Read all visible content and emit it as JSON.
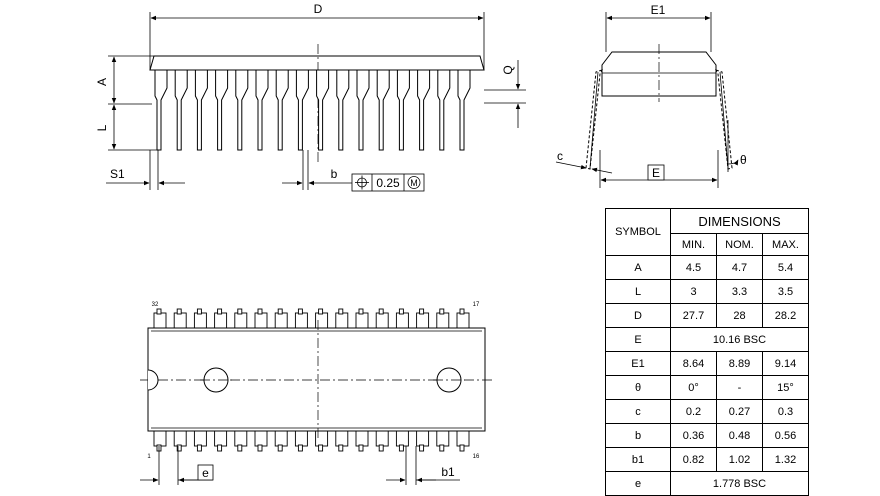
{
  "side_view": {
    "label_D": "D",
    "label_A": "A",
    "label_L": "L",
    "label_Q": "Q",
    "label_S1": "S1",
    "label_b": "b",
    "tolerance_value": "0.25",
    "tolerance_modifier": "M"
  },
  "end_view": {
    "label_E1": "E1",
    "label_E": "E",
    "label_c": "c",
    "label_theta": "θ"
  },
  "top_view": {
    "pin_first_top": "32",
    "pin_last_top": "17",
    "pin_first_bottom": "1",
    "pin_last_bottom": "16",
    "label_e": "e",
    "label_b1": "b1"
  },
  "table": {
    "symbol_header": "SYMBOL",
    "dimensions_header": "DIMENSIONS",
    "min_header": "MIN.",
    "nom_header": "NOM.",
    "max_header": "MAX.",
    "rows": [
      {
        "symbol": "A",
        "min": "4.5",
        "nom": "4.7",
        "max": "5.4"
      },
      {
        "symbol": "L",
        "min": "3",
        "nom": "3.3",
        "max": "3.5"
      },
      {
        "symbol": "D",
        "min": "27.7",
        "nom": "28",
        "max": "28.2"
      },
      {
        "symbol": "E",
        "merged": "10.16 BSC"
      },
      {
        "symbol": "E1",
        "min": "8.64",
        "nom": "8.89",
        "max": "9.14"
      },
      {
        "symbol": "θ",
        "min": "0°",
        "nom": "-",
        "max": "15°"
      },
      {
        "symbol": "c",
        "min": "0.2",
        "nom": "0.27",
        "max": "0.3"
      },
      {
        "symbol": "b",
        "min": "0.36",
        "nom": "0.48",
        "max": "0.56"
      },
      {
        "symbol": "b1",
        "min": "0.82",
        "nom": "1.02",
        "max": "1.32"
      },
      {
        "symbol": "e",
        "merged": "1.778 BSC"
      }
    ]
  }
}
